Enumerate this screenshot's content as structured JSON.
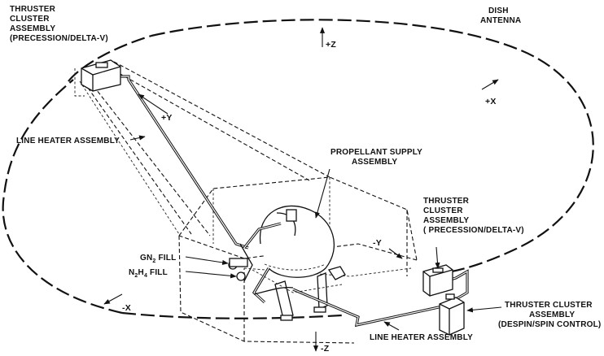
{
  "labels": {
    "thruster_top_left": [
      "THRUSTER",
      "CLUSTER",
      "ASSEMBLY",
      "(PRECESSION/DELTA-V)"
    ],
    "dish_antenna": [
      "DISH",
      "ANTENNA"
    ],
    "line_heater_left": "LINE HEATER ASSEMBLY",
    "propellant_supply": [
      "PROPELLANT SUPPLY",
      "ASSEMBLY"
    ],
    "thruster_right": [
      "THRUSTER",
      "CLUSTER",
      "ASSEMBLY",
      "( PRECESSION/DELTA-V)"
    ],
    "thruster_despin": [
      "THRUSTER CLUSTER",
      "ASSEMBLY",
      "(DESPIN/SPIN CONTROL)"
    ],
    "line_heater_bottom": "LINE HEATER ASSEMBLY",
    "gn2_fill": {
      "prefix": "GN",
      "sub": "2",
      "suffix": " FILL"
    },
    "n2h4_fill": {
      "p1": "N",
      "s1": "2",
      "p2": "H",
      "s2": "4",
      "suffix": " FILL"
    }
  },
  "axes": {
    "plus_z": "+Z",
    "minus_z": "-Z",
    "plus_x": "+X",
    "minus_x": "-X",
    "plus_y": "+Y",
    "minus_y": "-Y"
  }
}
